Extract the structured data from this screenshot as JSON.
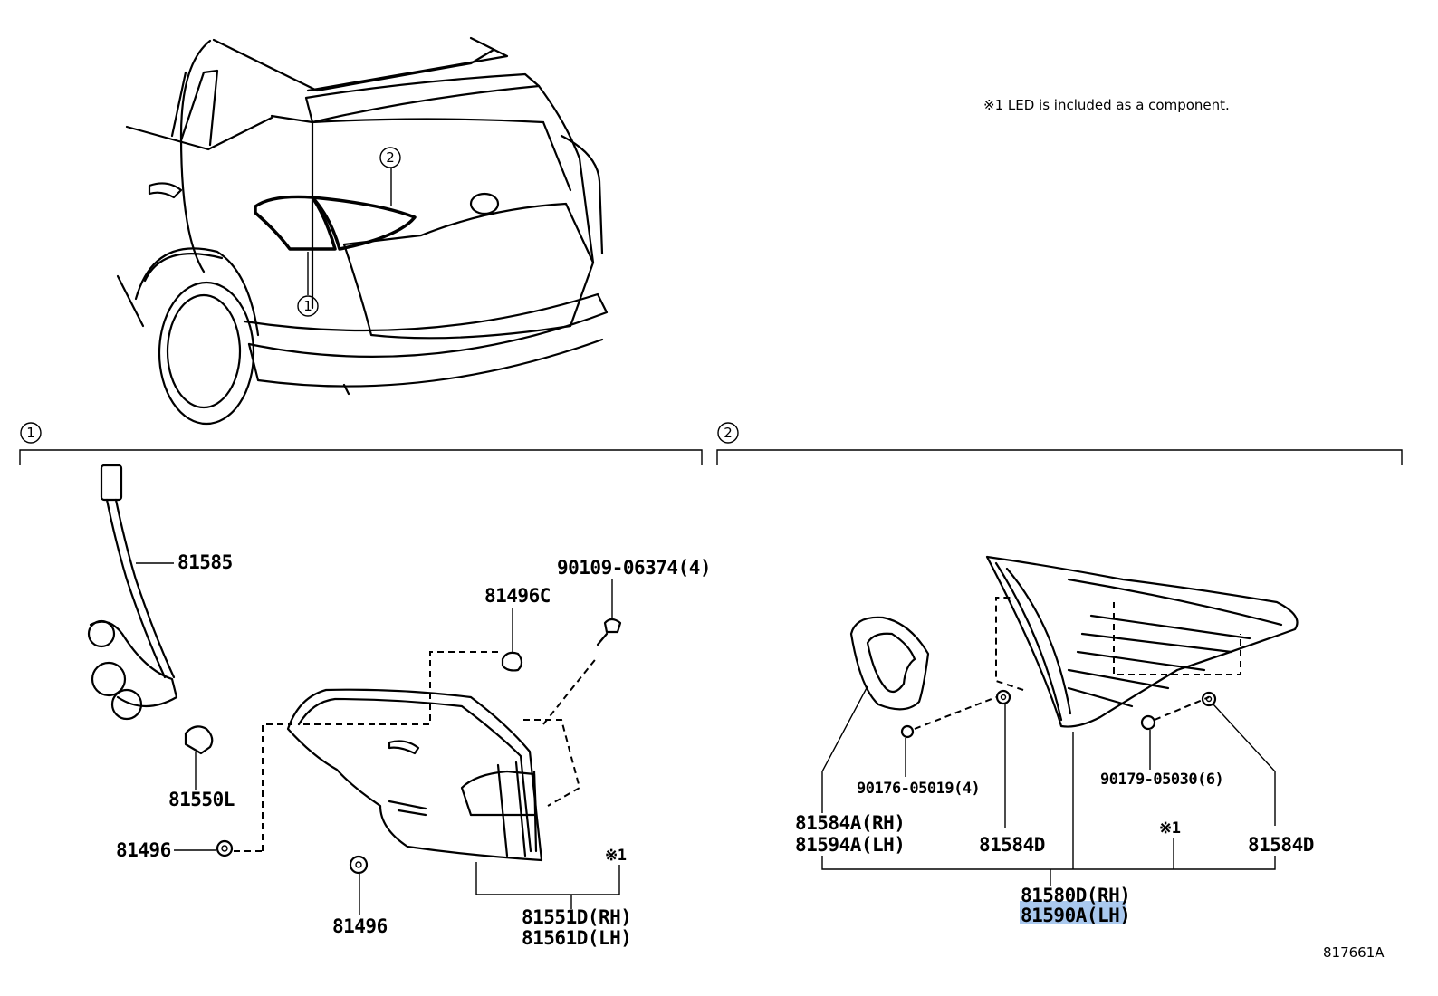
{
  "note": "※1 LED is included as a component.",
  "diagram_id": "817661A",
  "callouts": {
    "one": "1",
    "two": "2"
  },
  "section1": {
    "marker": "1",
    "parts": {
      "p81585": "81585",
      "p90109": "90109-06374(4)",
      "p81496c": "81496C",
      "p81550l": "81550L",
      "p81496_left": "81496",
      "p81496_bottom": "81496",
      "mark1": "※1",
      "p81551d": "81551D(RH)",
      "p81561d": "81561D(LH)"
    }
  },
  "section2": {
    "marker": "2",
    "parts": {
      "p81584a": "81584A(RH)",
      "p81594a": "81594A(LH)",
      "p90176": "90176-05019(4)",
      "p81584d_mid": "81584D",
      "p90179": "90179-05030(6)",
      "mark1": "※1",
      "p81584d_right": "81584D",
      "p81580d": "81580D(RH)",
      "p81590a": "81590A(LH)"
    }
  },
  "highlight_color": "#a9c8ee"
}
